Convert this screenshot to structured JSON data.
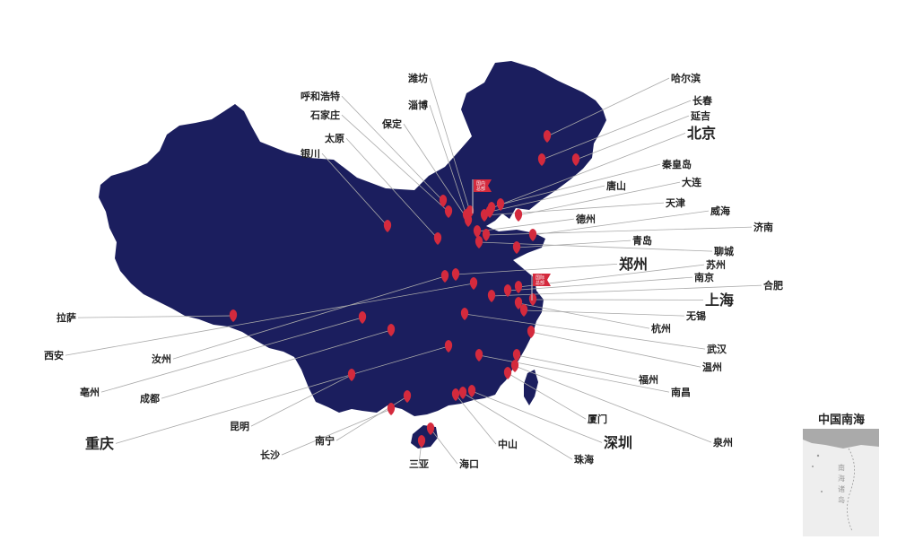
{
  "colors": {
    "land": "#1b1e5e",
    "pin": "#d42a3d",
    "leader": "#a9a9a9",
    "label": "#222222"
  },
  "flags": {
    "north": [
      "国内",
      "总部"
    ],
    "east": [
      "国际",
      "总部"
    ]
  },
  "inset": {
    "title": "中国南海",
    "chars": [
      "南",
      "海",
      "诸",
      "岛"
    ]
  },
  "cities": [
    {
      "name": "潍坊"
    },
    {
      "name": "淄博"
    },
    {
      "name": "呼和浩特"
    },
    {
      "name": "石家庄"
    },
    {
      "name": "保定"
    },
    {
      "name": "太原"
    },
    {
      "name": "银川"
    },
    {
      "name": "哈尔滨"
    },
    {
      "name": "长春"
    },
    {
      "name": "延吉"
    },
    {
      "name": "北京"
    },
    {
      "name": "秦皇岛"
    },
    {
      "name": "唐山"
    },
    {
      "name": "大连"
    },
    {
      "name": "天津"
    },
    {
      "name": "威海"
    },
    {
      "name": "德州"
    },
    {
      "name": "济南"
    },
    {
      "name": "青岛"
    },
    {
      "name": "聊城"
    },
    {
      "name": "郑州"
    },
    {
      "name": "苏州"
    },
    {
      "name": "南京"
    },
    {
      "name": "合肥"
    },
    {
      "name": "上海"
    },
    {
      "name": "无锡"
    },
    {
      "name": "杭州"
    },
    {
      "name": "武汉"
    },
    {
      "name": "温州"
    },
    {
      "name": "福州"
    },
    {
      "name": "南昌"
    },
    {
      "name": "厦门"
    },
    {
      "name": "泉州"
    },
    {
      "name": "深圳"
    },
    {
      "name": "珠海"
    },
    {
      "name": "中山"
    },
    {
      "name": "海口"
    },
    {
      "name": "三亚"
    },
    {
      "name": "南宁"
    },
    {
      "name": "长沙"
    },
    {
      "name": "昆明"
    },
    {
      "name": "重庆"
    },
    {
      "name": "成都"
    },
    {
      "name": "亳州"
    },
    {
      "name": "汝州"
    },
    {
      "name": "西安"
    },
    {
      "name": "拉萨"
    }
  ]
}
